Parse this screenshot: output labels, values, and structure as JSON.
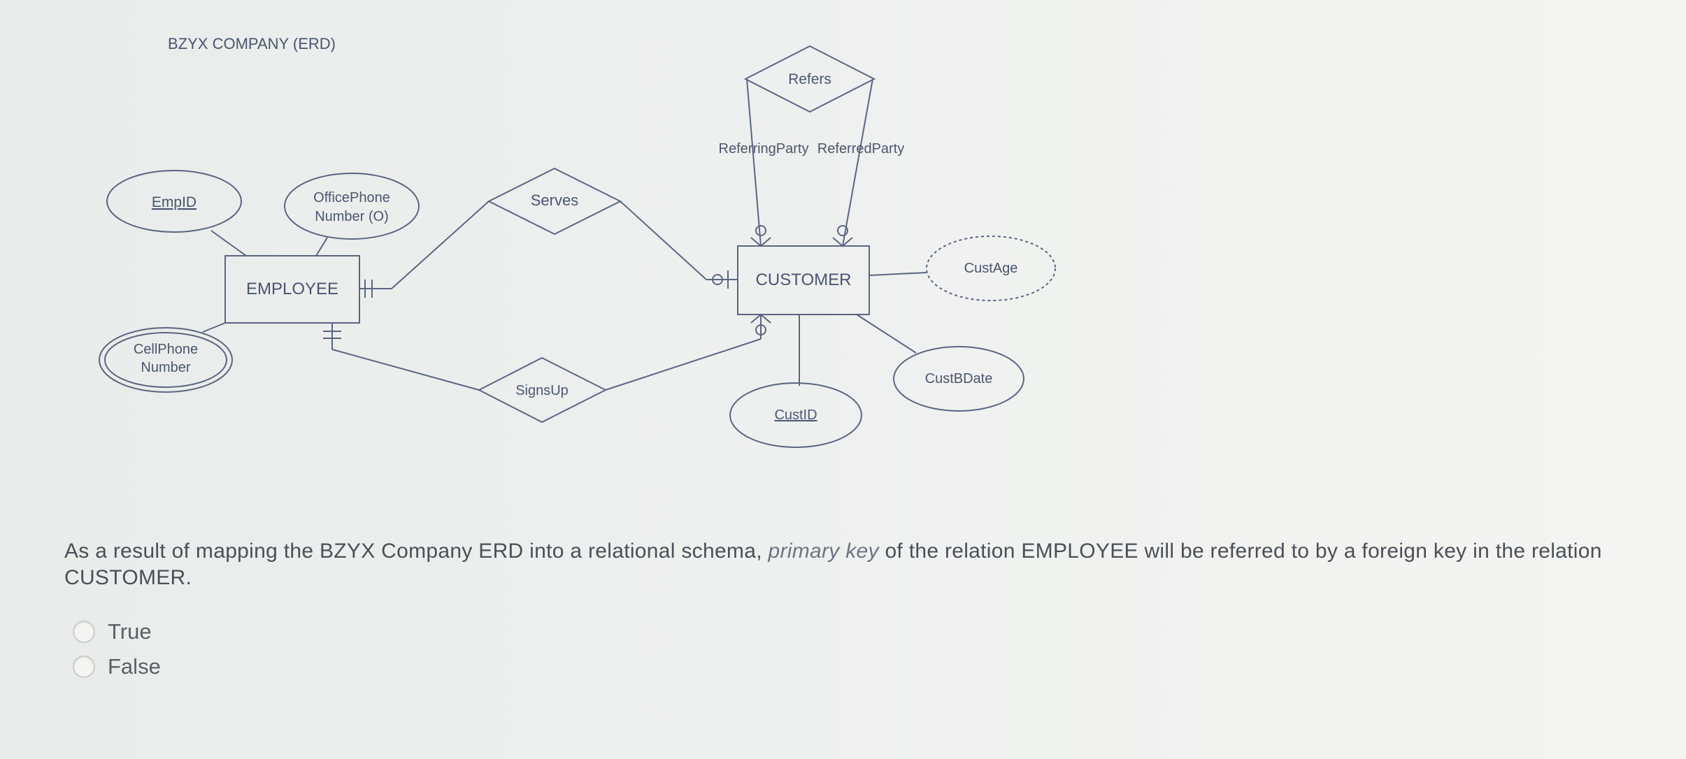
{
  "diagram": {
    "title": "BZYX COMPANY (ERD)",
    "entities": {
      "employee": "EMPLOYEE",
      "customer": "CUSTOMER"
    },
    "relationships": {
      "serves": "Serves",
      "signs_up": "SignsUp",
      "refers": "Refers"
    },
    "roles": {
      "referring": "ReferringParty",
      "referred": "ReferredParty"
    },
    "attributes": {
      "emp_id": "EmpID",
      "office_phone_1": "OfficePhone",
      "office_phone_2": "Number (O)",
      "cell_phone_1": "CellPhone",
      "cell_phone_2": "Number",
      "cust_age": "CustAge",
      "cust_bdate": "CustBDate",
      "cust_id": "CustID"
    }
  },
  "question": {
    "text_before": "As a result of mapping the BZYX Company ERD into a relational schema, ",
    "emphasis": "primary key",
    "text_after": " of the relation EMPLOYEE will be referred to by a foreign key in the relation CUSTOMER."
  },
  "options": [
    "True",
    "False"
  ]
}
